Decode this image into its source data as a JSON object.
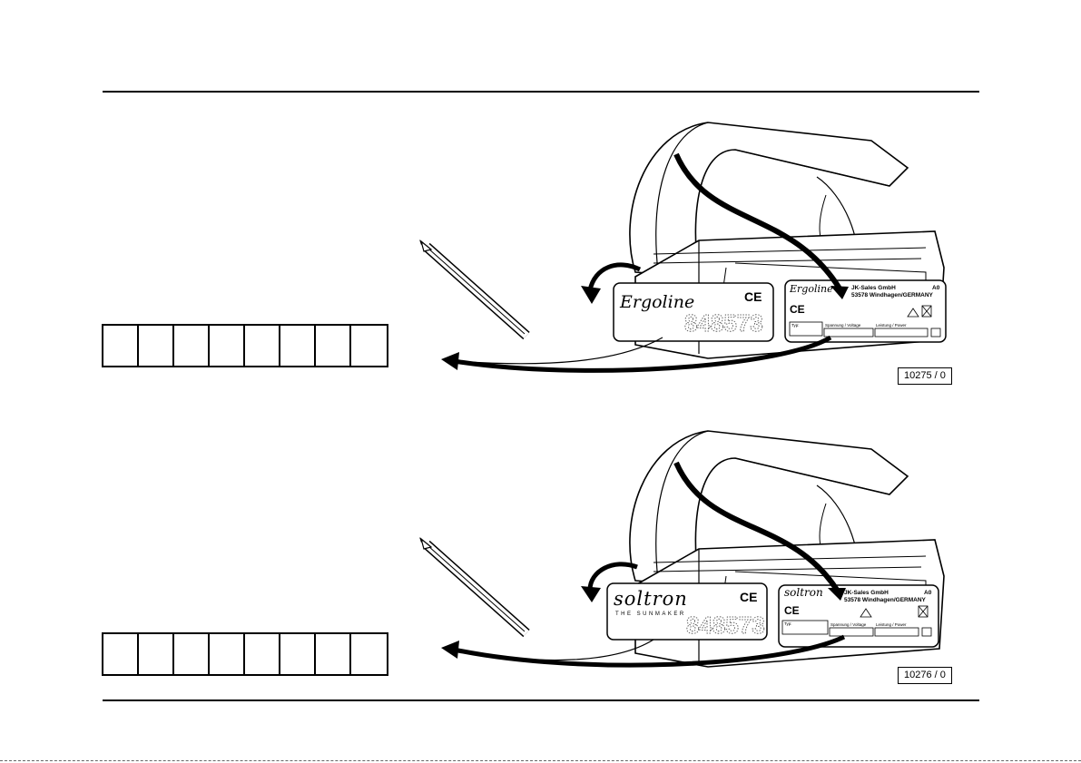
{
  "sections": [
    {
      "brand": "Ergoline",
      "plate": {
        "company": "JK-Sales GmbH",
        "address": "53578 Windhagen/GERMANY",
        "corner": "A0",
        "fields": [
          "Typ:",
          "Spannung / Voltage",
          "Leistung / Power"
        ],
        "ce": "CE"
      },
      "ref": "10275 / 0",
      "box_count": 8
    },
    {
      "brand": "soltron",
      "tagline": "THE SUNMAKER",
      "plate": {
        "company": "JK-Sales GmbH",
        "address": "53578 Windhagen/GERMANY",
        "corner": "A0",
        "fields": [
          "Typ:",
          "Spannung / Voltage",
          "Leistung / Power"
        ],
        "ce": "CE"
      },
      "ref": "10276 / 0",
      "box_count": 8
    }
  ]
}
